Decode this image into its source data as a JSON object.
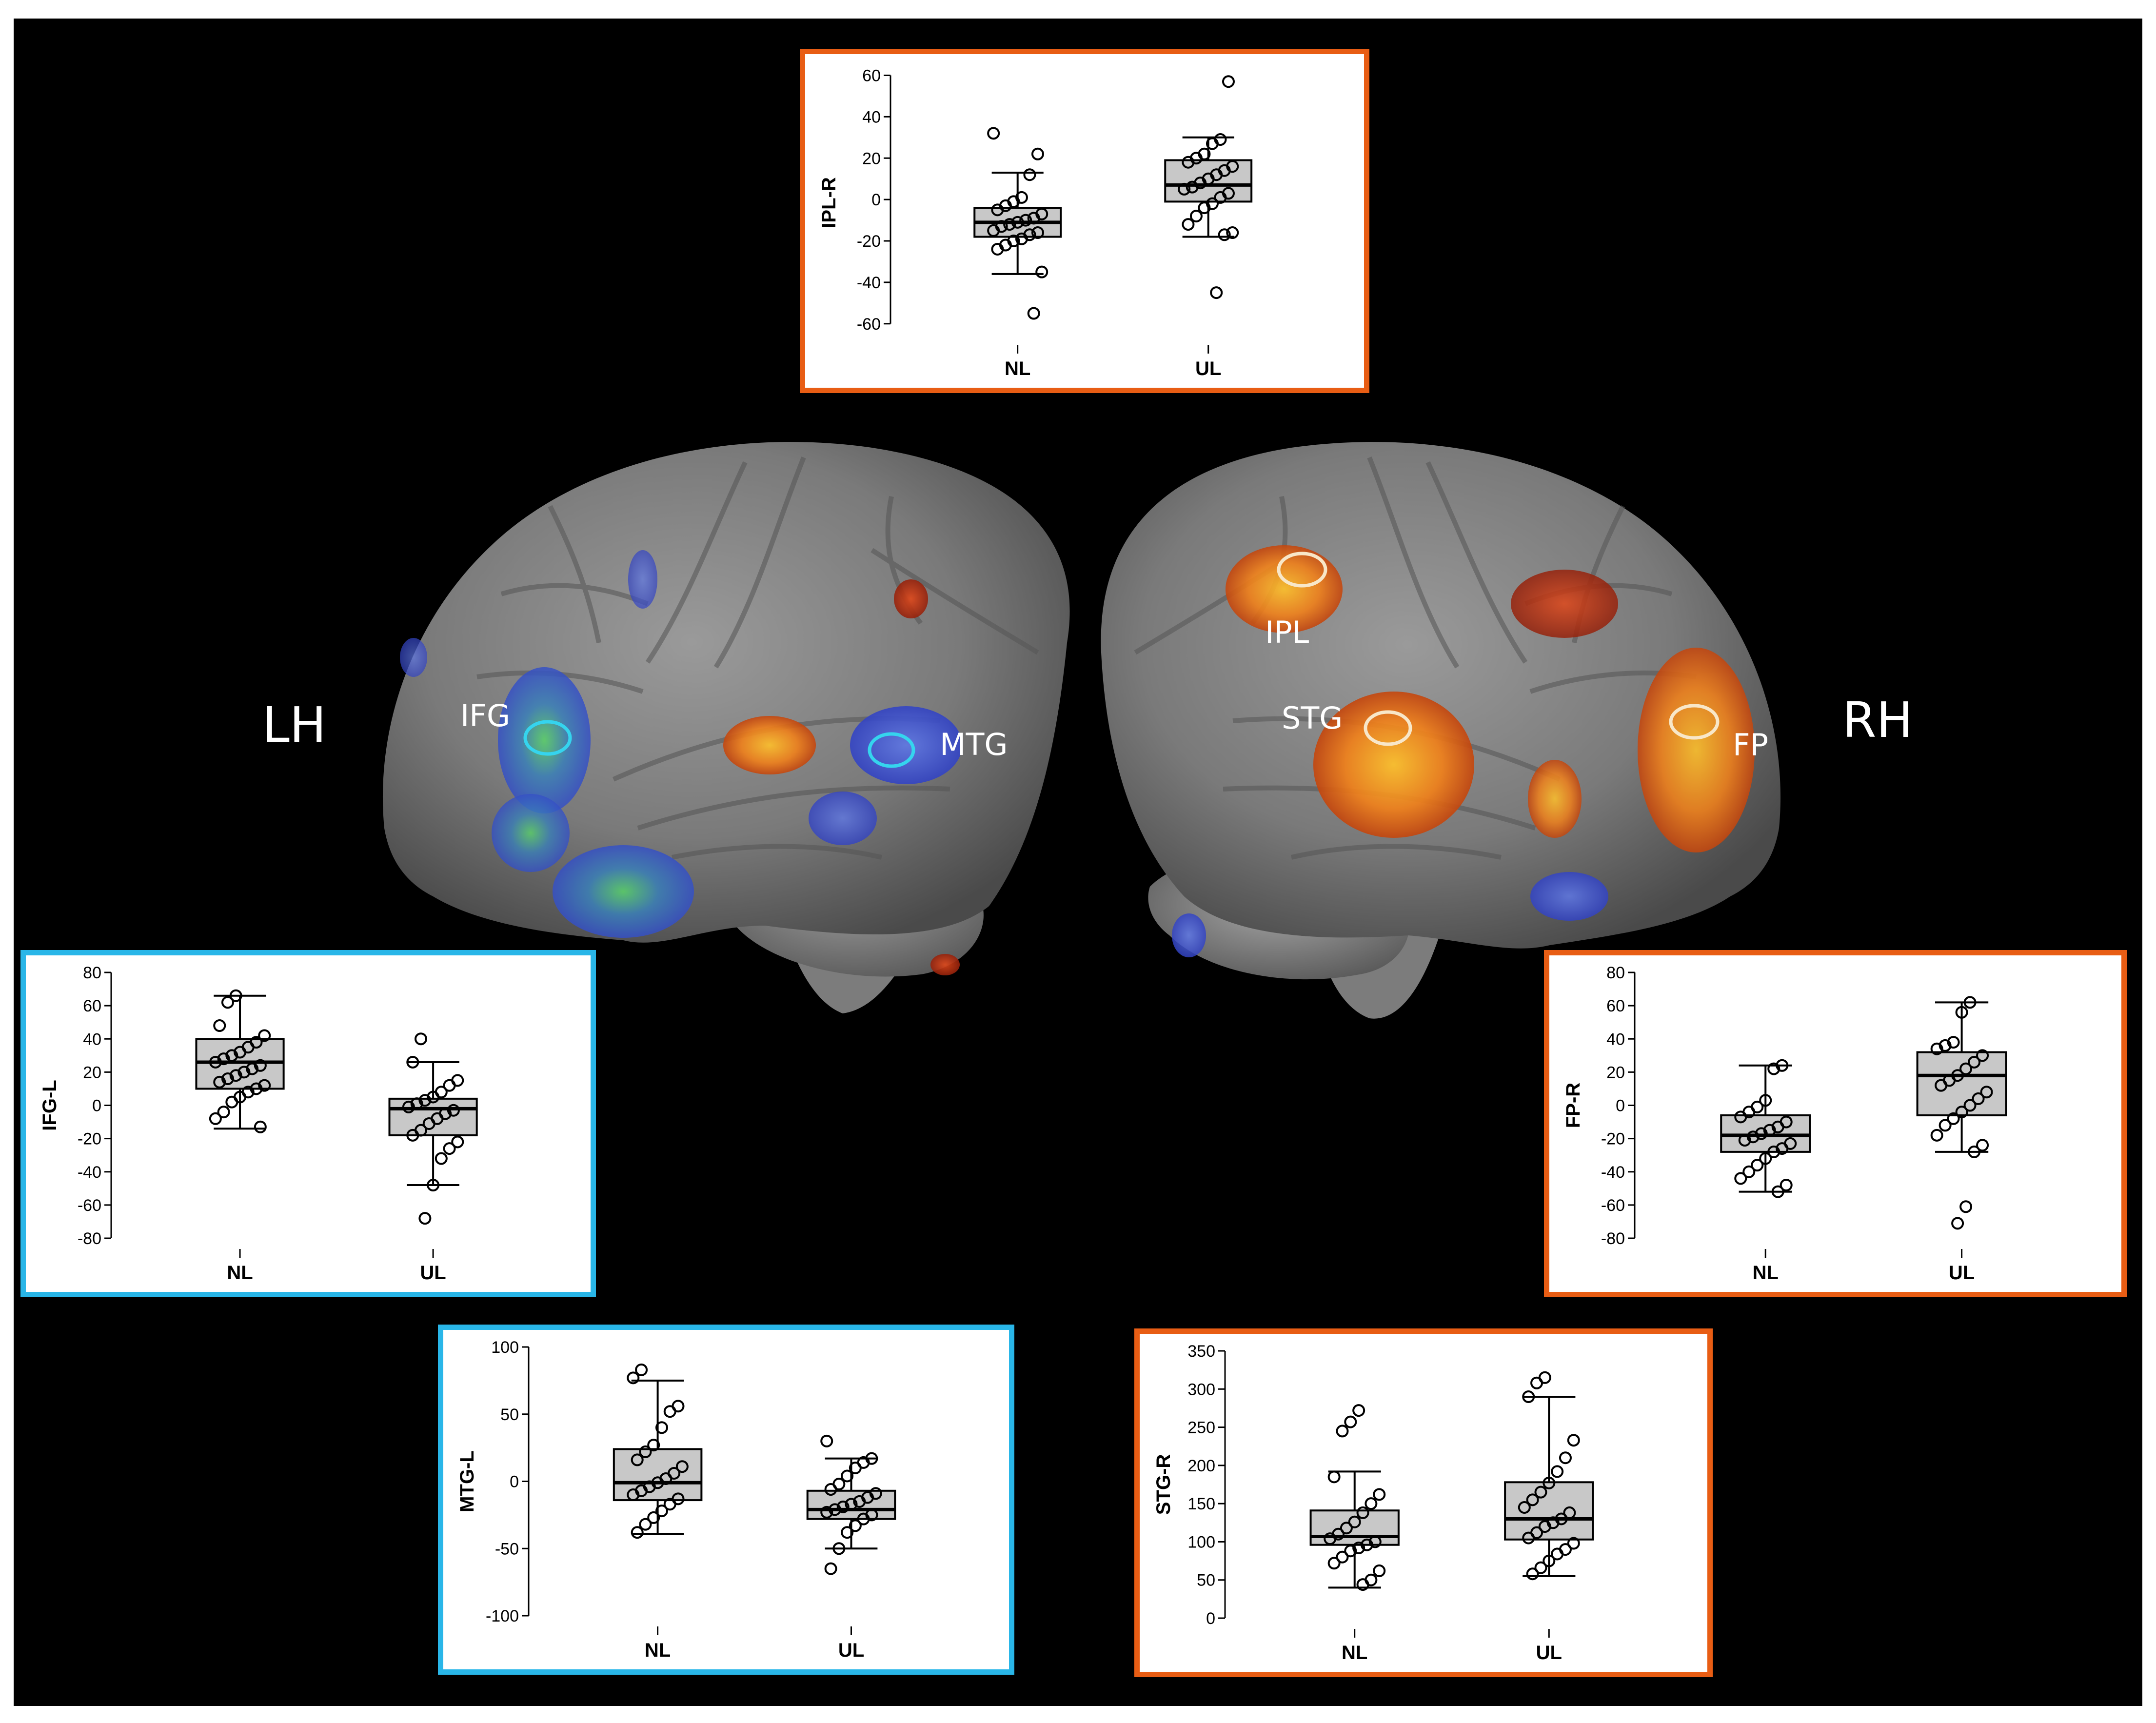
{
  "labels": {
    "lh": "LH",
    "rh": "RH",
    "roi": {
      "ifg": "IFG",
      "mtg": "MTG",
      "ipl": "IPL",
      "stg": "STG",
      "fp": "FP"
    }
  },
  "colors": {
    "blue_border": "#29b6e8",
    "orange_border": "#e85d14",
    "box_fill": "#c8c8c8"
  },
  "chart_data": [
    {
      "id": "ipl",
      "type": "box",
      "ylabel": "IPL-R",
      "categories": [
        "NL",
        "UL"
      ],
      "yticks": [
        60,
        40,
        20,
        0,
        -20,
        -40,
        -60
      ],
      "ylim": [
        -65,
        62
      ],
      "boxes": [
        {
          "name": "NL",
          "whisker_low": -36,
          "q1": -18,
          "median": -11,
          "q3": -4,
          "whisker_high": 13,
          "points": [
            32,
            22,
            12,
            1,
            -1,
            -3,
            -5,
            -7,
            -9,
            -10,
            -11,
            -12,
            -13,
            -15,
            -16,
            -17,
            -19,
            -20,
            -22,
            -24,
            -35,
            -55
          ]
        },
        {
          "name": "UL",
          "whisker_low": -18,
          "q1": -1,
          "median": 7,
          "q3": 19,
          "whisker_high": 30,
          "points": [
            57,
            29,
            27,
            22,
            20,
            18,
            16,
            14,
            12,
            10,
            8,
            6,
            5,
            3,
            1,
            -2,
            -4,
            -8,
            -12,
            -16,
            -17,
            -45
          ]
        }
      ]
    },
    {
      "id": "ifg",
      "type": "box",
      "ylabel": "IFG-L",
      "categories": [
        "NL",
        "UL"
      ],
      "yticks": [
        80,
        60,
        40,
        20,
        0,
        -20,
        -40,
        -60,
        -80
      ],
      "ylim": [
        -80,
        80
      ],
      "boxes": [
        {
          "name": "NL",
          "whisker_low": -14,
          "q1": 10,
          "median": 26,
          "q3": 40,
          "whisker_high": 66,
          "points": [
            66,
            62,
            48,
            42,
            38,
            35,
            32,
            30,
            28,
            26,
            24,
            22,
            20,
            18,
            16,
            14,
            12,
            10,
            8,
            5,
            2,
            -4,
            -8,
            -13
          ]
        },
        {
          "name": "UL",
          "whisker_low": -48,
          "q1": -18,
          "median": -2,
          "q3": 4,
          "whisker_high": 26,
          "points": [
            40,
            26,
            15,
            12,
            8,
            5,
            3,
            1,
            -1,
            -3,
            -5,
            -8,
            -11,
            -15,
            -18,
            -22,
            -26,
            -32,
            -48,
            -68
          ]
        }
      ]
    },
    {
      "id": "fp",
      "type": "box",
      "ylabel": "FP-R",
      "categories": [
        "NL",
        "UL"
      ],
      "yticks": [
        80,
        60,
        40,
        20,
        0,
        -20,
        -40,
        -60,
        -80
      ],
      "ylim": [
        -80,
        80
      ],
      "boxes": [
        {
          "name": "NL",
          "whisker_low": -52,
          "q1": -28,
          "median": -18,
          "q3": -6,
          "whisker_high": 24,
          "points": [
            24,
            22,
            3,
            -1,
            -4,
            -7,
            -10,
            -13,
            -15,
            -17,
            -19,
            -21,
            -23,
            -26,
            -28,
            -32,
            -36,
            -40,
            -44,
            -48,
            -52
          ]
        },
        {
          "name": "UL",
          "whisker_low": -28,
          "q1": -6,
          "median": 18,
          "q3": 32,
          "whisker_high": 62,
          "points": [
            62,
            56,
            38,
            36,
            34,
            30,
            26,
            22,
            18,
            15,
            12,
            8,
            4,
            0,
            -4,
            -8,
            -12,
            -18,
            -24,
            -28,
            -61,
            -71
          ]
        }
      ]
    },
    {
      "id": "mtg",
      "type": "box",
      "ylabel": "MTG-L",
      "categories": [
        "NL",
        "UL"
      ],
      "yticks": [
        100,
        50,
        0,
        -50,
        -100
      ],
      "ylim": [
        -100,
        100
      ],
      "boxes": [
        {
          "name": "NL",
          "whisker_low": -39,
          "q1": -14,
          "median": -1,
          "q3": 24,
          "whisker_high": 75,
          "points": [
            83,
            77,
            56,
            52,
            40,
            27,
            22,
            16,
            11,
            6,
            2,
            -1,
            -4,
            -7,
            -10,
            -13,
            -17,
            -22,
            -27,
            -32,
            -38
          ]
        },
        {
          "name": "UL",
          "whisker_low": -50,
          "q1": -28,
          "median": -21,
          "q3": -7,
          "whisker_high": 17,
          "points": [
            30,
            17,
            14,
            10,
            4,
            -2,
            -6,
            -9,
            -12,
            -15,
            -17,
            -19,
            -21,
            -23,
            -25,
            -28,
            -33,
            -38,
            -50,
            -65
          ]
        }
      ]
    },
    {
      "id": "stg",
      "type": "box",
      "ylabel": "STG-R",
      "categories": [
        "NL",
        "UL"
      ],
      "yticks": [
        350,
        300,
        250,
        200,
        150,
        100,
        50,
        0
      ],
      "ylim": [
        0,
        350
      ],
      "boxes": [
        {
          "name": "NL",
          "whisker_low": 40,
          "q1": 96,
          "median": 107,
          "q3": 141,
          "whisker_high": 192,
          "points": [
            272,
            257,
            245,
            185,
            162,
            150,
            138,
            126,
            118,
            110,
            104,
            100,
            96,
            92,
            88,
            80,
            72,
            62,
            50,
            44
          ]
        },
        {
          "name": "UL",
          "whisker_low": 55,
          "q1": 103,
          "median": 130,
          "q3": 178,
          "whisker_high": 290,
          "points": [
            315,
            308,
            290,
            233,
            210,
            192,
            177,
            165,
            155,
            145,
            138,
            130,
            125,
            120,
            112,
            105,
            98,
            90,
            84,
            75,
            66,
            58
          ]
        }
      ]
    }
  ]
}
